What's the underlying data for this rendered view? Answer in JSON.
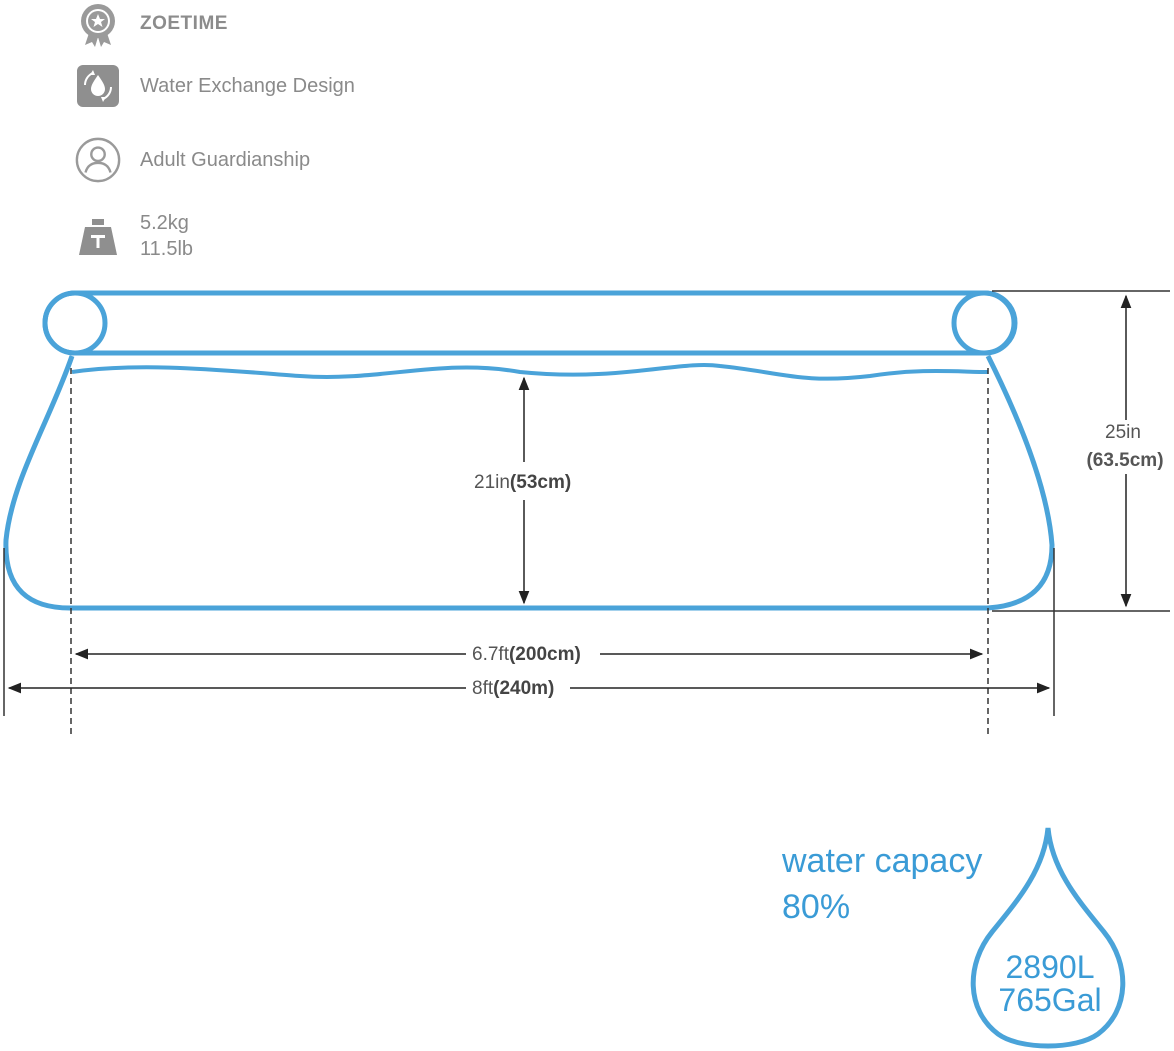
{
  "features": {
    "brand": {
      "icon": "award-badge-icon",
      "label": "ZOETIME"
    },
    "water_exchange": {
      "icon": "water-exchange-icon",
      "label": "Water Exchange Design"
    },
    "guardianship": {
      "icon": "user-icon",
      "label": "Adult Guardianship"
    },
    "weight": {
      "icon": "weight-icon",
      "kg": "5.2kg",
      "lb": "11.5lb"
    }
  },
  "dimensions": {
    "total_height": {
      "value": "25in",
      "metric": "(63.5cm)"
    },
    "water_depth": {
      "value": "21in",
      "metric": "(53cm)"
    },
    "inner_width": {
      "value": "6.7ft",
      "metric": "(200cm)"
    },
    "outer_width": {
      "value": "8ft",
      "metric": "(240m)"
    }
  },
  "capacity": {
    "label": "water capacy",
    "percent": "80%",
    "liters": "2890L",
    "gallons": "765Gal"
  },
  "colors": {
    "pool_blue": "#4aa3d9",
    "text_gray": "#8a8a8a",
    "capacity_blue": "#3a9bd6"
  }
}
